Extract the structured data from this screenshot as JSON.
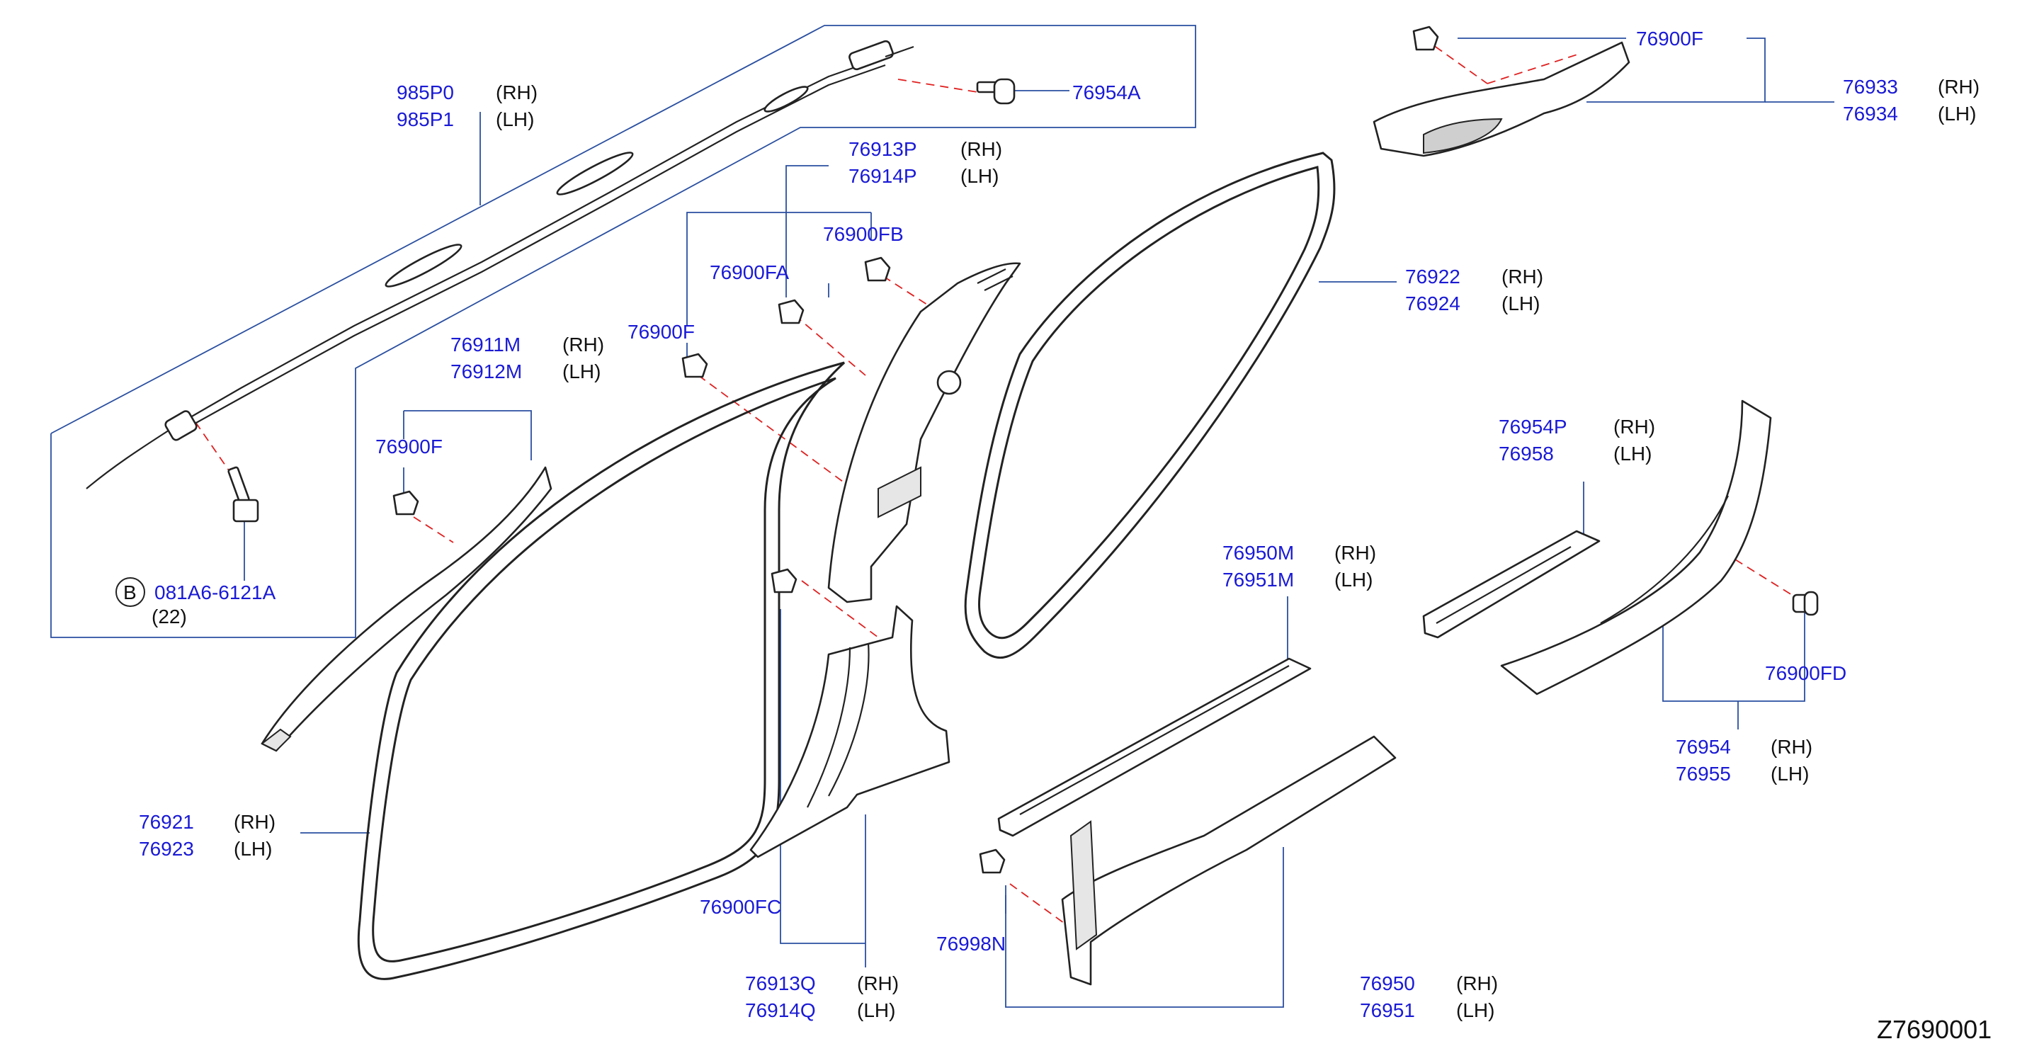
{
  "diagram": {
    "id": "Z7690001",
    "colors": {
      "label": "#1a1ad6",
      "leader": "#2a4fa0",
      "dash": "#e02020",
      "line": "#222222"
    }
  },
  "labels": {
    "l985P0": "985P0",
    "l985P0_side": "(RH)",
    "l985P1": "985P1",
    "l985P1_side": "(LH)",
    "l76954A": "76954A",
    "l76913P": "76913P",
    "l76913P_side": "(RH)",
    "l76914P": "76914P",
    "l76914P_side": "(LH)",
    "l76900FB": "76900FB",
    "l76900FA": "76900FA",
    "l76900F_mid": "76900F",
    "l76911M": "76911M",
    "l76911M_side": "(RH)",
    "l76912M": "76912M",
    "l76912M_side": "(LH)",
    "l76900F_left": "76900F",
    "bolt_circle": "B",
    "l081A6": "081A6-6121A",
    "l081A6_qty": "(22)",
    "l76921": "76921",
    "l76921_side": "(RH)",
    "l76923": "76923",
    "l76923_side": "(LH)",
    "l76900FC": "76900FC",
    "l76913Q": "76913Q",
    "l76913Q_side": "(RH)",
    "l76914Q": "76914Q",
    "l76914Q_side": "(LH)",
    "l76922": "76922",
    "l76922_side": "(RH)",
    "l76924": "76924",
    "l76924_side": "(LH)",
    "l76900F_top": "76900F",
    "l76933": "76933",
    "l76933_side": "(RH)",
    "l76934": "76934",
    "l76934_side": "(LH)",
    "l76954P": "76954P",
    "l76954P_side": "(RH)",
    "l76958": "76958",
    "l76958_side": "(LH)",
    "l76950M": "76950M",
    "l76950M_side": "(RH)",
    "l76951M": "76951M",
    "l76951M_side": "(LH)",
    "l76900FD": "76900FD",
    "l76954": "76954",
    "l76954_side": "(RH)",
    "l76955": "76955",
    "l76955_side": "(LH)",
    "l76998N": "76998N",
    "l76950": "76950",
    "l76950_side": "(RH)",
    "l76951": "76951",
    "l76951_side": "(LH)"
  }
}
